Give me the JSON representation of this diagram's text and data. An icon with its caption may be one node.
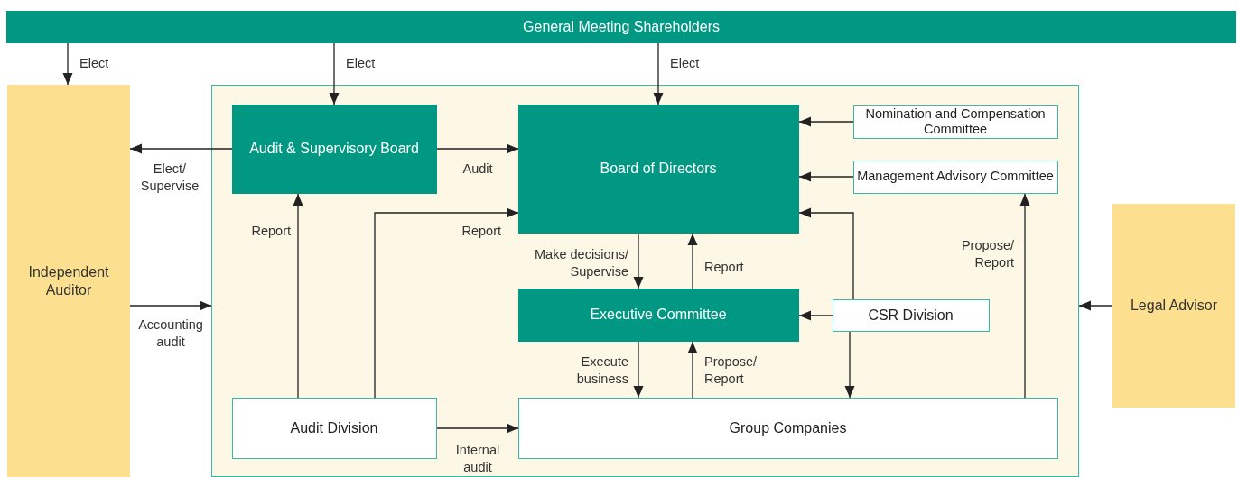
{
  "diagram": {
    "nodes": [
      {
        "text": [
          "General Meeting Shareholders"
        ]
      },
      {
        "text": [
          "Independent Auditor"
        ]
      },
      {
        "text": [],
        "shape": "box"
      },
      {
        "text": [
          "Audit & Supervisory Board"
        ],
        "in": 2
      },
      {
        "text": [
          "Board of Directors"
        ],
        "in": 2
      },
      {
        "text": [
          "Nomination and Compensation Committee"
        ],
        "in": 2
      },
      {
        "text": [
          "Management Advisory Committee"
        ],
        "in": 2
      },
      {
        "text": [
          "Executive Committee"
        ],
        "in": 2
      },
      {
        "text": [
          "CSR Division"
        ],
        "in": 2
      },
      {
        "text": [
          "Audit Division"
        ],
        "in": 2
      },
      {
        "text": [
          "Group Companies"
        ],
        "in": 2
      },
      {
        "text": [
          "Legal Advisor"
        ]
      }
    ],
    "edges": [
      {
        "from": 0,
        "to": 1,
        "arrow": "to",
        "label": "Elect"
      },
      {
        "from": 0,
        "to": 3,
        "arrow": "to",
        "label": "Elect"
      },
      {
        "from": 0,
        "to": 4,
        "arrow": "to",
        "label": "Elect"
      },
      {
        "from": 3,
        "to": 1,
        "arrow": "to",
        "label": "Elect/ Supervise"
      },
      {
        "from": 3,
        "to": 4,
        "arrow": "to",
        "label": "Audit"
      },
      {
        "from": 1,
        "to": 2,
        "arrow": "to",
        "label": "Accounting audit"
      },
      {
        "from": 9,
        "to": 3,
        "arrow": "to",
        "label": "Report"
      },
      {
        "from": 9,
        "to": 4,
        "arrow": "to",
        "label": "Report"
      },
      {
        "from": 4,
        "to": 7,
        "arrow": "to",
        "label": "Make decisions/ Supervise"
      },
      {
        "from": 7,
        "to": 4,
        "arrow": "to",
        "label": "Report"
      },
      {
        "from": 5,
        "to": 4,
        "arrow": "to"
      },
      {
        "from": 6,
        "to": 4,
        "arrow": "to"
      },
      {
        "from": 8,
        "to": 4,
        "arrow": "to"
      },
      {
        "from": 8,
        "to": 7,
        "arrow": "to"
      },
      {
        "from": 8,
        "to": 10,
        "arrow": "to"
      },
      {
        "from": 7,
        "to": 10,
        "arrow": "to",
        "label": "Execute business"
      },
      {
        "from": 10,
        "to": 7,
        "arrow": "to",
        "label": "Propose/ Report"
      },
      {
        "from": 10,
        "to": 6,
        "arrow": "to",
        "label": "Propose/ Report"
      },
      {
        "from": 9,
        "to": 10,
        "arrow": "to",
        "label": "Internal audit"
      },
      {
        "from": 11,
        "to": 2,
        "arrow": "to"
      }
    ]
  }
}
